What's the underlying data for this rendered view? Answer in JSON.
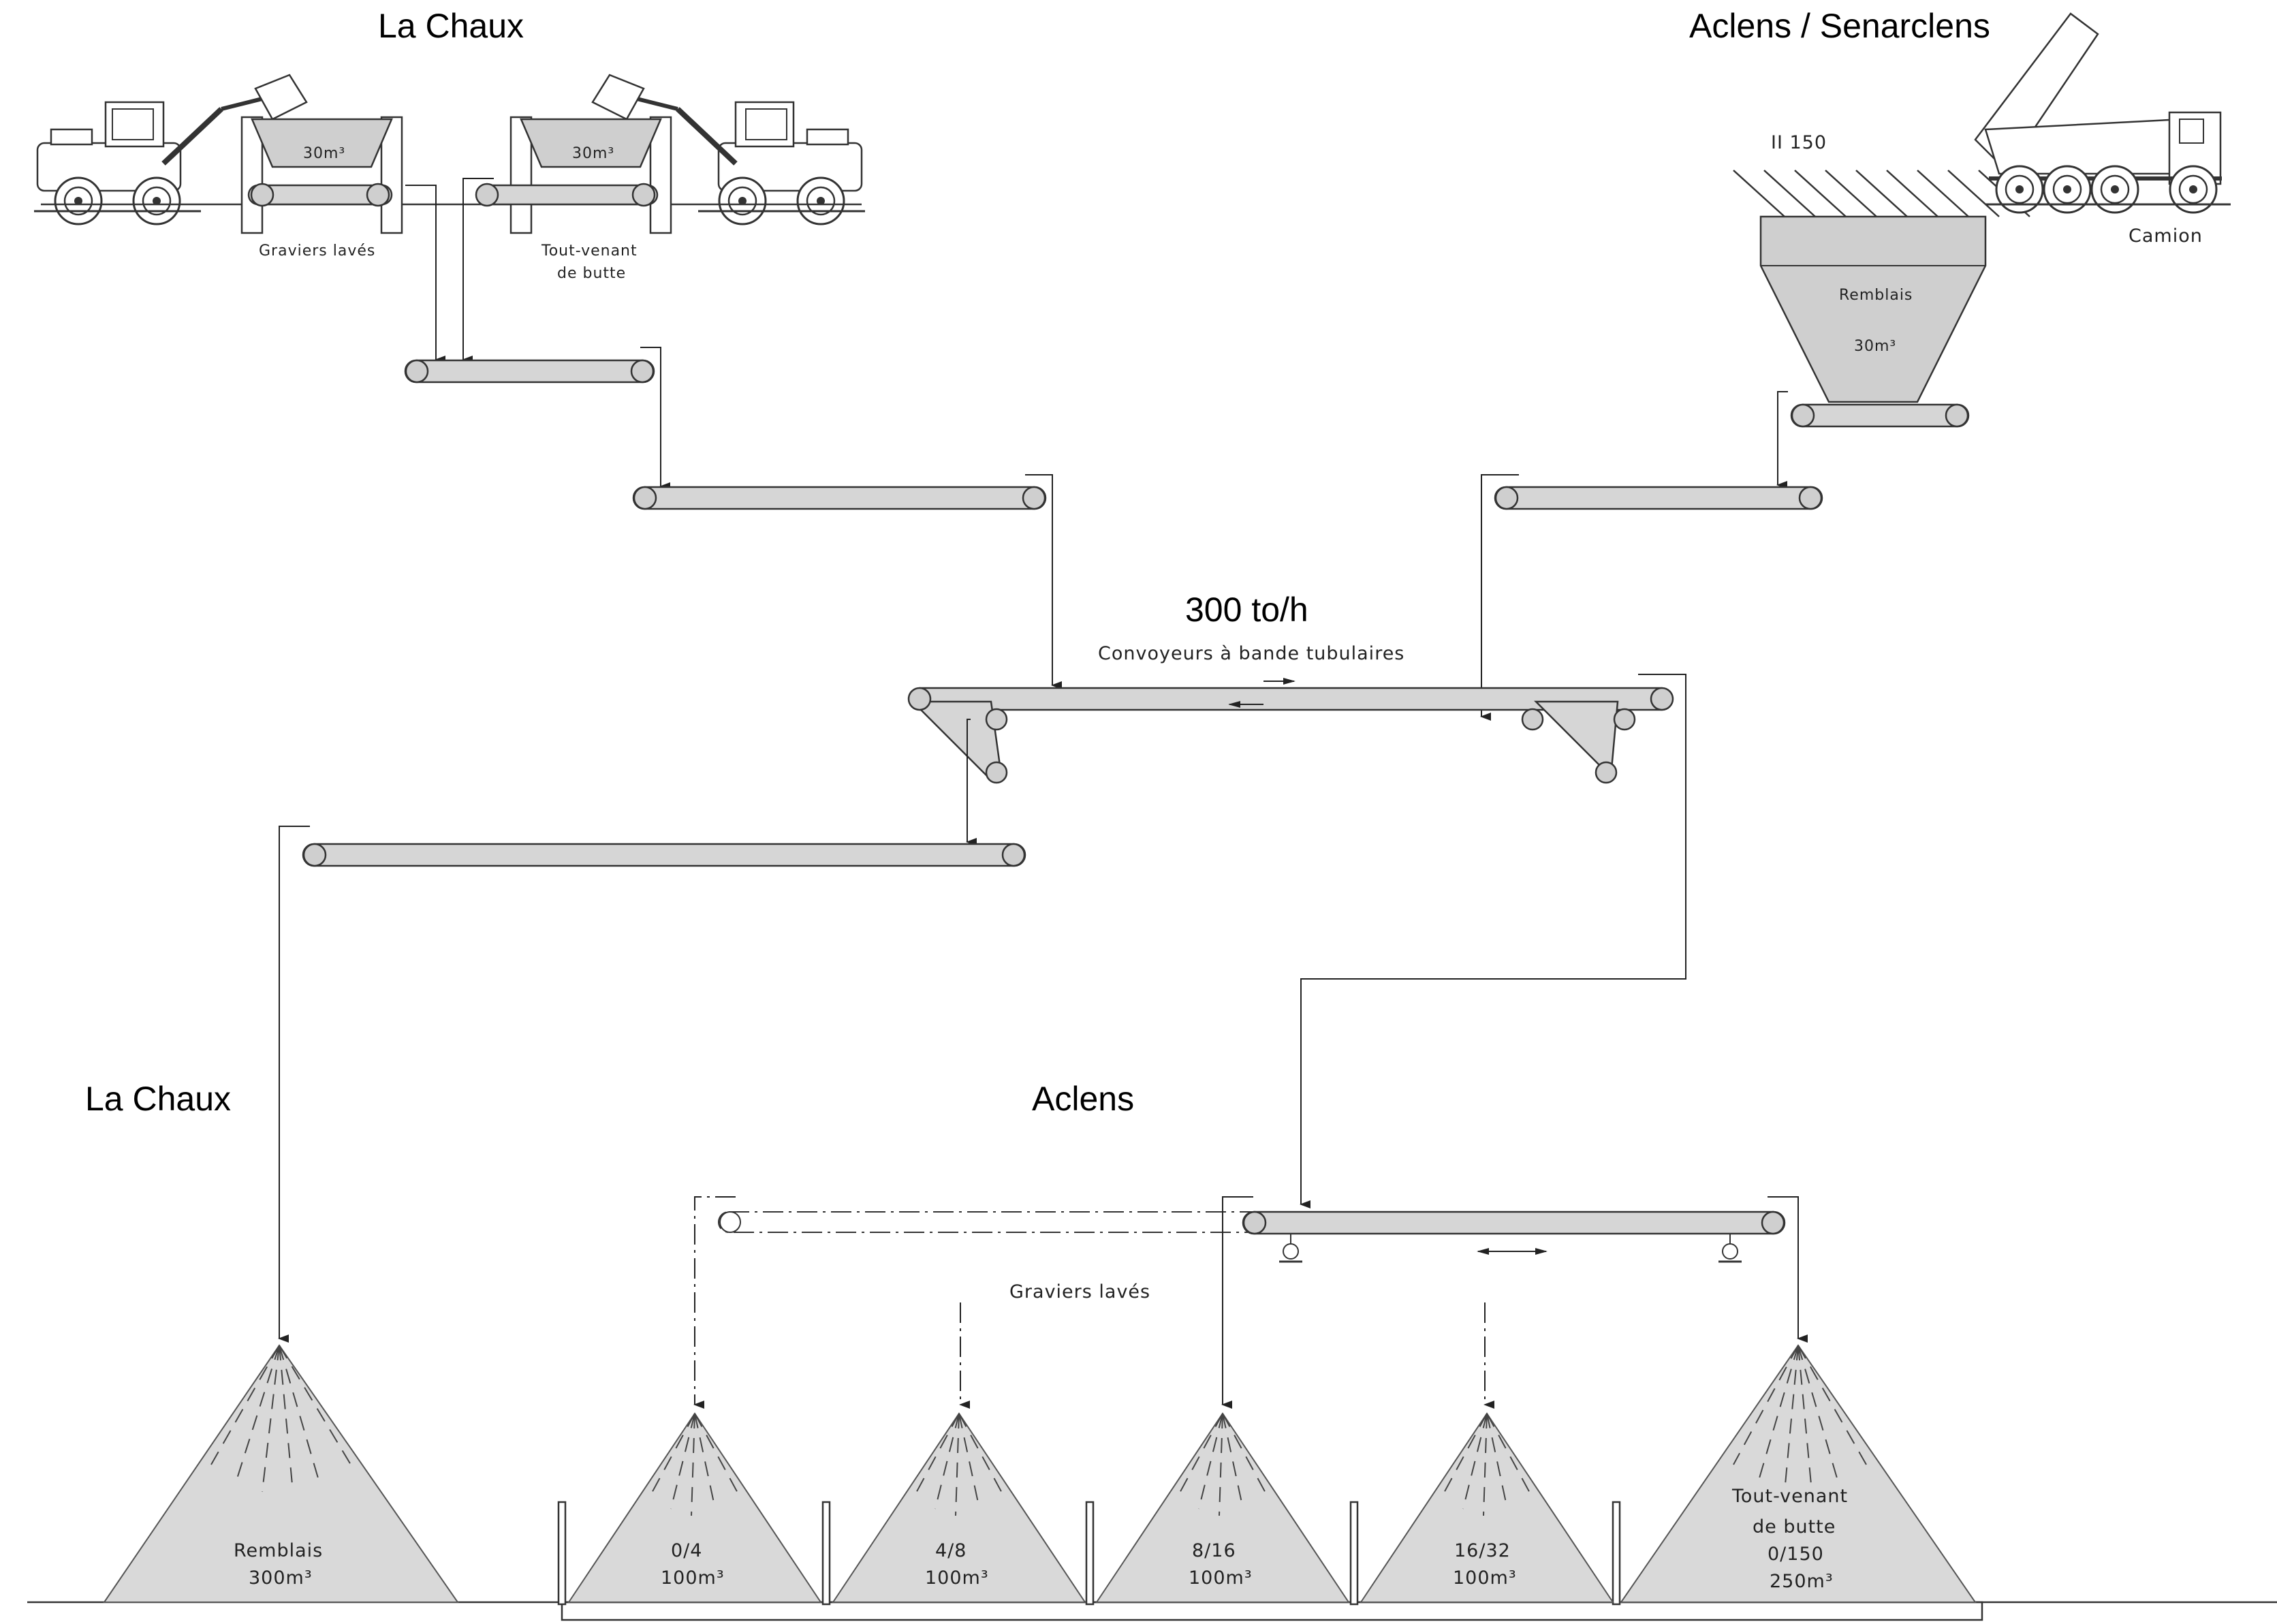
{
  "sites": {
    "la_chaux_top": "La Chaux",
    "aclens_senarclens": "Aclens / Senarclens",
    "la_chaux_bottom": "La Chaux",
    "aclens": "Aclens"
  },
  "hoppers": {
    "left_volume": "30m³",
    "left_label": "Graviers lavés",
    "mid_volume": "30m³",
    "mid_label_line1": "Tout-venant",
    "mid_label_line2": "de butte",
    "remblais_label": "Remblais",
    "remblais_volume": "30m³"
  },
  "grid_label": "II 150",
  "truck_label": "Camion",
  "capacity": "300 to/h",
  "conveyor_label": "Convoyeurs à bande tubulaires",
  "graviers_laves": "Graviers lavés",
  "piles": [
    {
      "line1": "",
      "line2": "Remblais",
      "line3": "300m³"
    },
    {
      "line1": "",
      "line2": "0/4",
      "line3": "100m³"
    },
    {
      "line1": "",
      "line2": "4/8",
      "line3": "100m³"
    },
    {
      "line1": "",
      "line2": "8/16",
      "line3": "100m³"
    },
    {
      "line1": "",
      "line2": "16/32",
      "line3": "100m³"
    },
    {
      "line1": "Tout-venant",
      "line2": "de butte",
      "line3": "0/150",
      "line4": "250m³"
    }
  ],
  "icons": [
    "wheel-loader-icon",
    "dump-truck-icon"
  ]
}
